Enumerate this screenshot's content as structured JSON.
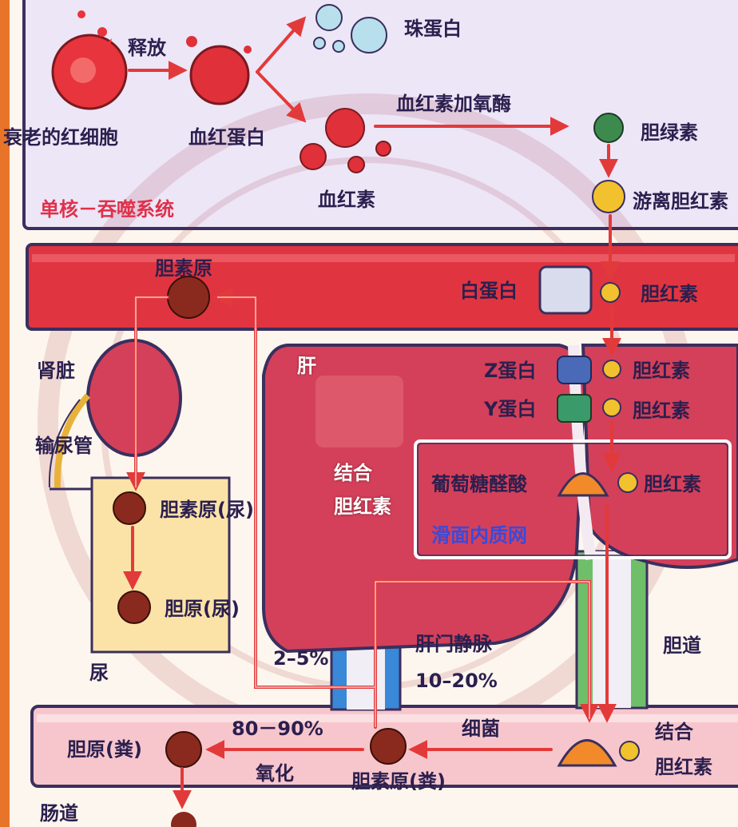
{
  "labels": {
    "release": "释放",
    "senescent_rbc": "衰老的红细胞",
    "hemoglobin": "血红蛋白",
    "globin": "珠蛋白",
    "heme_oxygenase": "血红素加氧酶",
    "heme": "血红素",
    "biliverdin": "胆绿素",
    "free_bilirubin": "游离胆红素",
    "phagocyte_system": "单核－吞噬系统",
    "urobilinogen": "胆素原",
    "albumin": "白蛋白",
    "bilirubin": "胆红素",
    "kidney": "肾脏",
    "ureter": "输尿管",
    "liver": "肝",
    "z_protein": "Z蛋白",
    "y_protein": "Y蛋白",
    "conjugated": "结合",
    "glucuronic_acid": "葡萄糖醛酸",
    "smooth_er": "滑面内质网",
    "urobilinogen_urine": "胆素原(尿)",
    "urobilin_urine": "胆原(尿)",
    "urine": "尿",
    "pct_2_5": "2–5%",
    "portal_vein": "肝门静脉",
    "pct_10_20": "10–20%",
    "bile_duct": "胆道",
    "pct_80_90": "80－90%",
    "bacteria": "细菌",
    "stercobilin": "胆原(粪)",
    "oxidation": "氧化",
    "urobilinogen_feces": "胆素原(粪)",
    "intestine": "肠道"
  },
  "colors": {
    "panel_purple": "#ece6f7",
    "blood_red": "#e03540",
    "liver_red": "#d4405a",
    "intestine_pink": "#f7c6cc",
    "arrow_red": "#e23a3a",
    "bilirubin_yellow": "#f2c12e",
    "biliverdin_green": "#3d8a4e",
    "bile_duct_green": "#6fbf6a",
    "portal_vein_blue": "#3a88d8",
    "urine_yellow": "#fbe3a8",
    "outline": "#3a2f5e"
  },
  "icons": {
    "rbc": "senescent-rbc",
    "globin": "globin-bubble",
    "heme": "heme-blob",
    "biliverdin": "biliverdin-ball",
    "bilirubin": "free-bilirubin-ball",
    "albumin": "albumin-cube",
    "glucuronic_acid": "glucuronic-acid-cone",
    "urobilinogen": "urobilinogen-blood-ball"
  }
}
